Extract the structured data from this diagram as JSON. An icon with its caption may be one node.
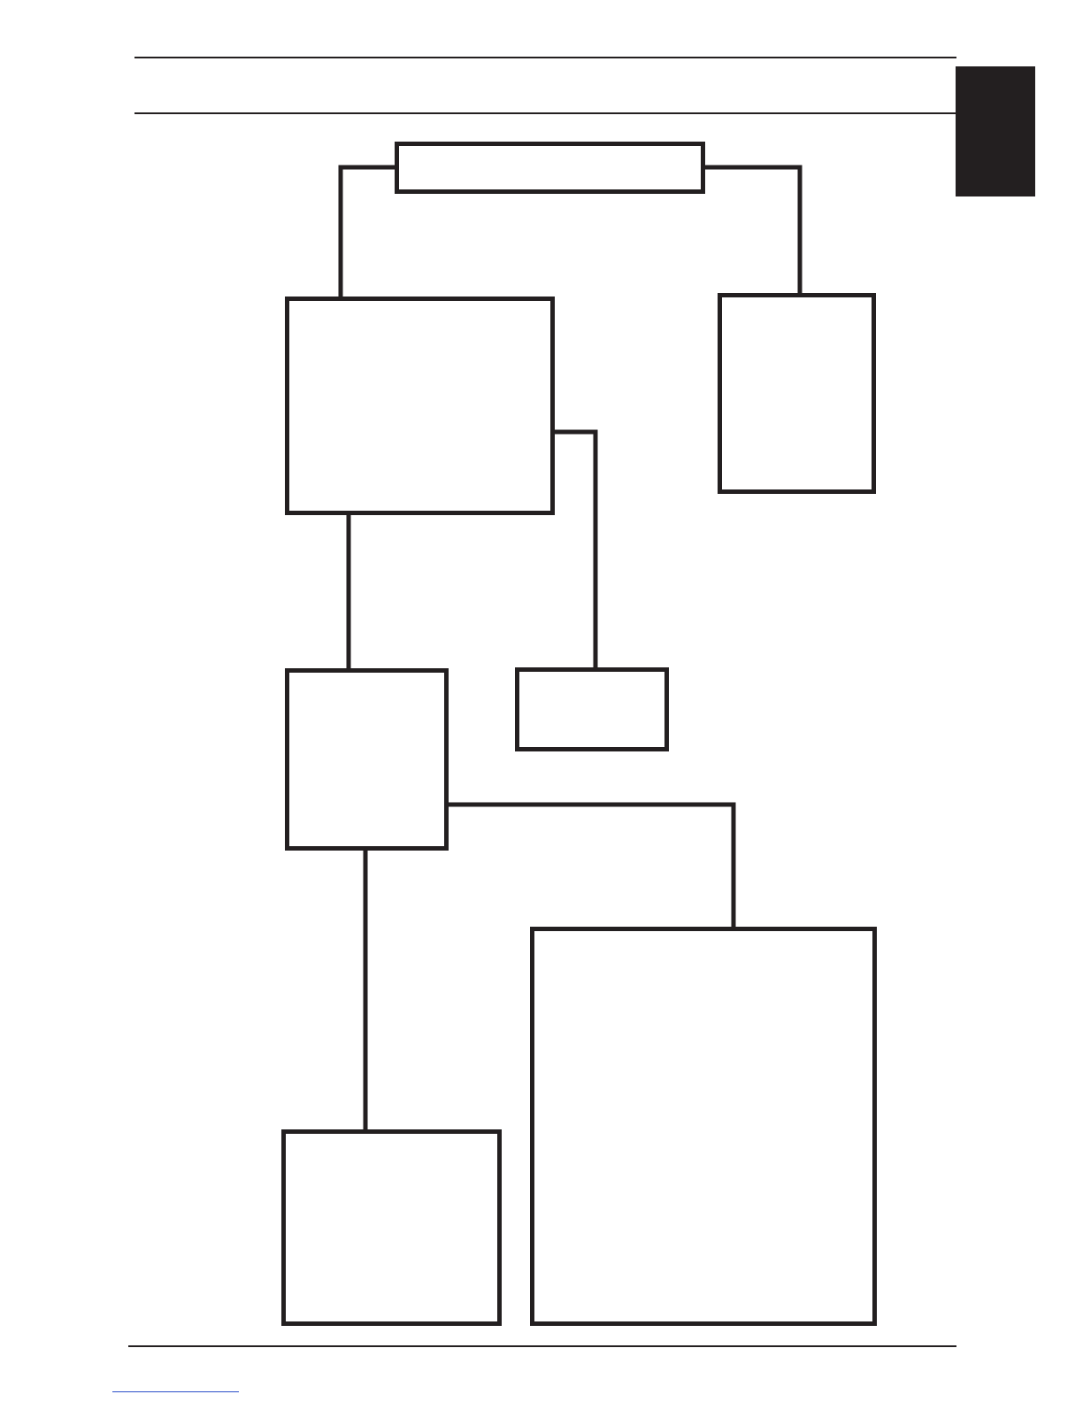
{
  "diagram": {
    "nodes": [
      {
        "text": [],
        "shape": "bar"
      },
      {
        "text": [],
        "shape": "box"
      },
      {
        "text": [],
        "shape": "box"
      },
      {
        "text": [],
        "shape": "box"
      },
      {
        "text": [],
        "shape": "box"
      },
      {
        "text": [],
        "shape": "box"
      },
      {
        "text": [],
        "shape": "box"
      },
      {
        "text": [],
        "shape": "box"
      }
    ],
    "edges": [
      {
        "from": 1,
        "to": 2,
        "arrow": "none"
      },
      {
        "from": 1,
        "to": 3,
        "arrow": "none"
      },
      {
        "from": 2,
        "to": 5,
        "arrow": "none"
      },
      {
        "from": 2,
        "to": 4,
        "arrow": "none"
      },
      {
        "from": 4,
        "to": 7,
        "arrow": "none"
      },
      {
        "from": 4,
        "to": 6,
        "arrow": "none"
      }
    ]
  }
}
